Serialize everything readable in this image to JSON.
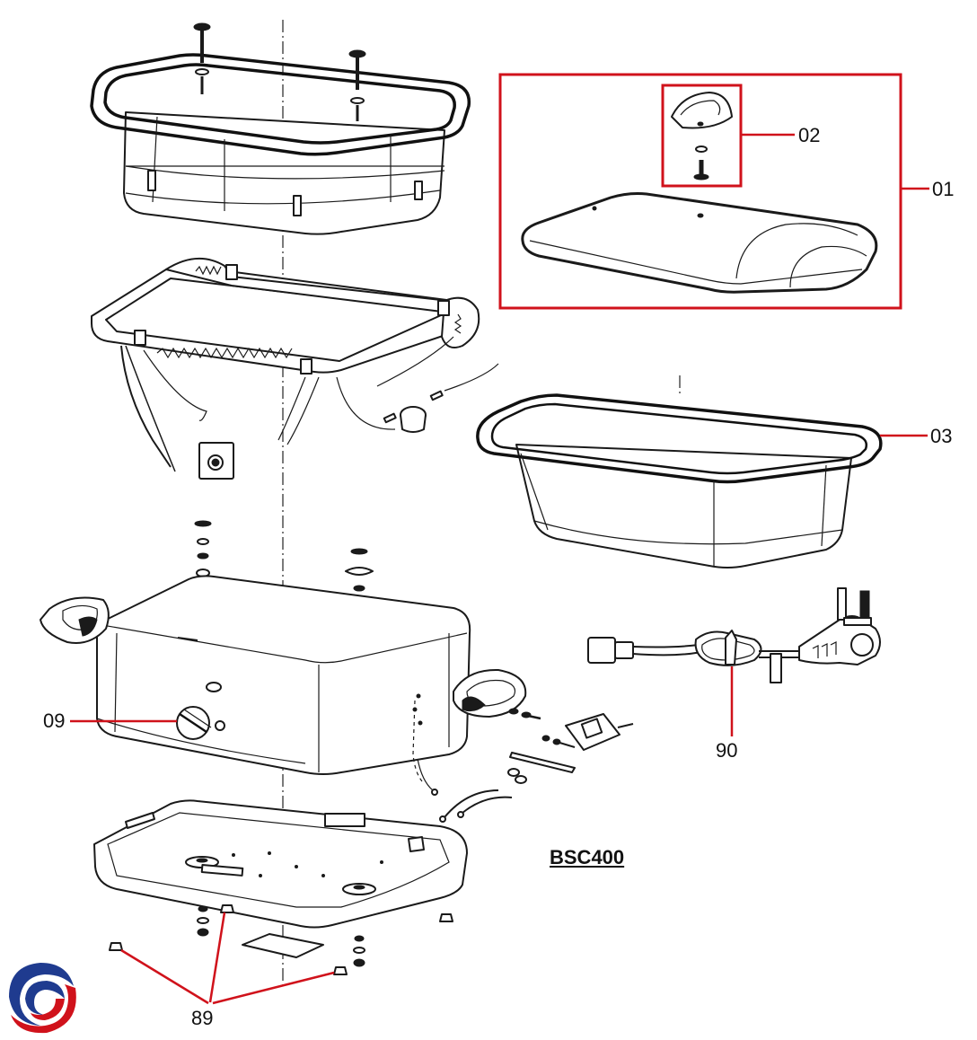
{
  "model": "BSC400",
  "callouts": {
    "c01": "01",
    "c02": "02",
    "c03": "03",
    "c09": "09",
    "c90": "90",
    "c89": "89"
  },
  "colors": {
    "leader": "#d0121b",
    "line": "#1a1a1a",
    "logo_blue": "#1f3b8f",
    "logo_red": "#d0121b"
  },
  "icons": {
    "logo": "brand-swirl-logo"
  }
}
